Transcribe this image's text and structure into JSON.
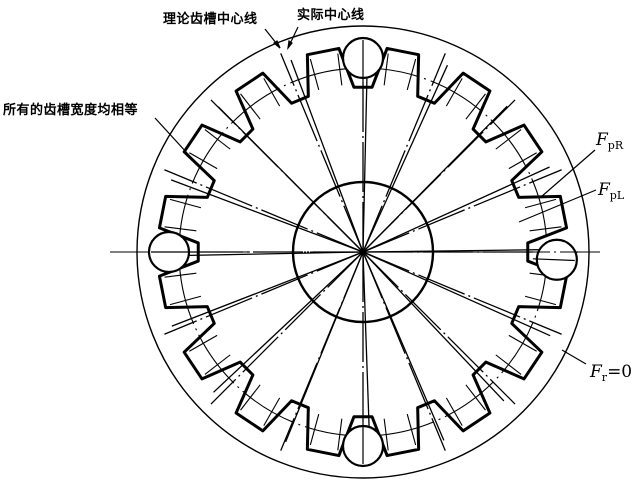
{
  "diagram": {
    "type": "gear-pitch-deviation-diagram",
    "teeth_count": 16,
    "pins_count": 4,
    "colors": {
      "line": "#000000",
      "background": "#ffffff"
    }
  },
  "labels": {
    "theoretical_slot_centerline": "理论齿槽中心线",
    "actual_centerline": "实际中心线",
    "all_slot_widths_equal": "所有的齿槽宽度均相等",
    "f_pr": {
      "main": "F",
      "sub": "pR"
    },
    "f_pl": {
      "main": "F",
      "sub": "pL"
    },
    "f_r": {
      "main": "F",
      "sub": "r",
      "suffix": "=0"
    }
  }
}
